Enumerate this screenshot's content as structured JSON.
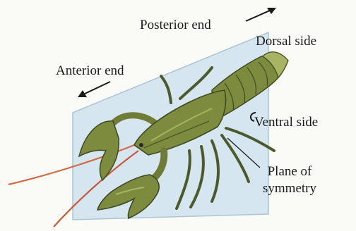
{
  "labels": {
    "posterior_end": "Posterior end",
    "dorsal_side": "Dorsal side",
    "anterior_end": "Anterior end",
    "ventral_side": "Ventral side",
    "plane_of_symmetry_line1": "Plane of",
    "plane_of_symmetry_line2": "symmetry"
  },
  "colors": {
    "plane_fill": "#cfe3ef",
    "plane_edge": "#9fbccc",
    "body_dark": "#4c5a2a",
    "body_mid": "#7d8b3e",
    "body_light": "#a9b462",
    "antenna": "#d26a44",
    "arrow": "#1a1a1a"
  },
  "icons": {
    "anterior_arrow": "arrow-left-icon",
    "posterior_arrow": "arrow-right-icon",
    "ventral_hook": "hook-arrow-icon"
  }
}
